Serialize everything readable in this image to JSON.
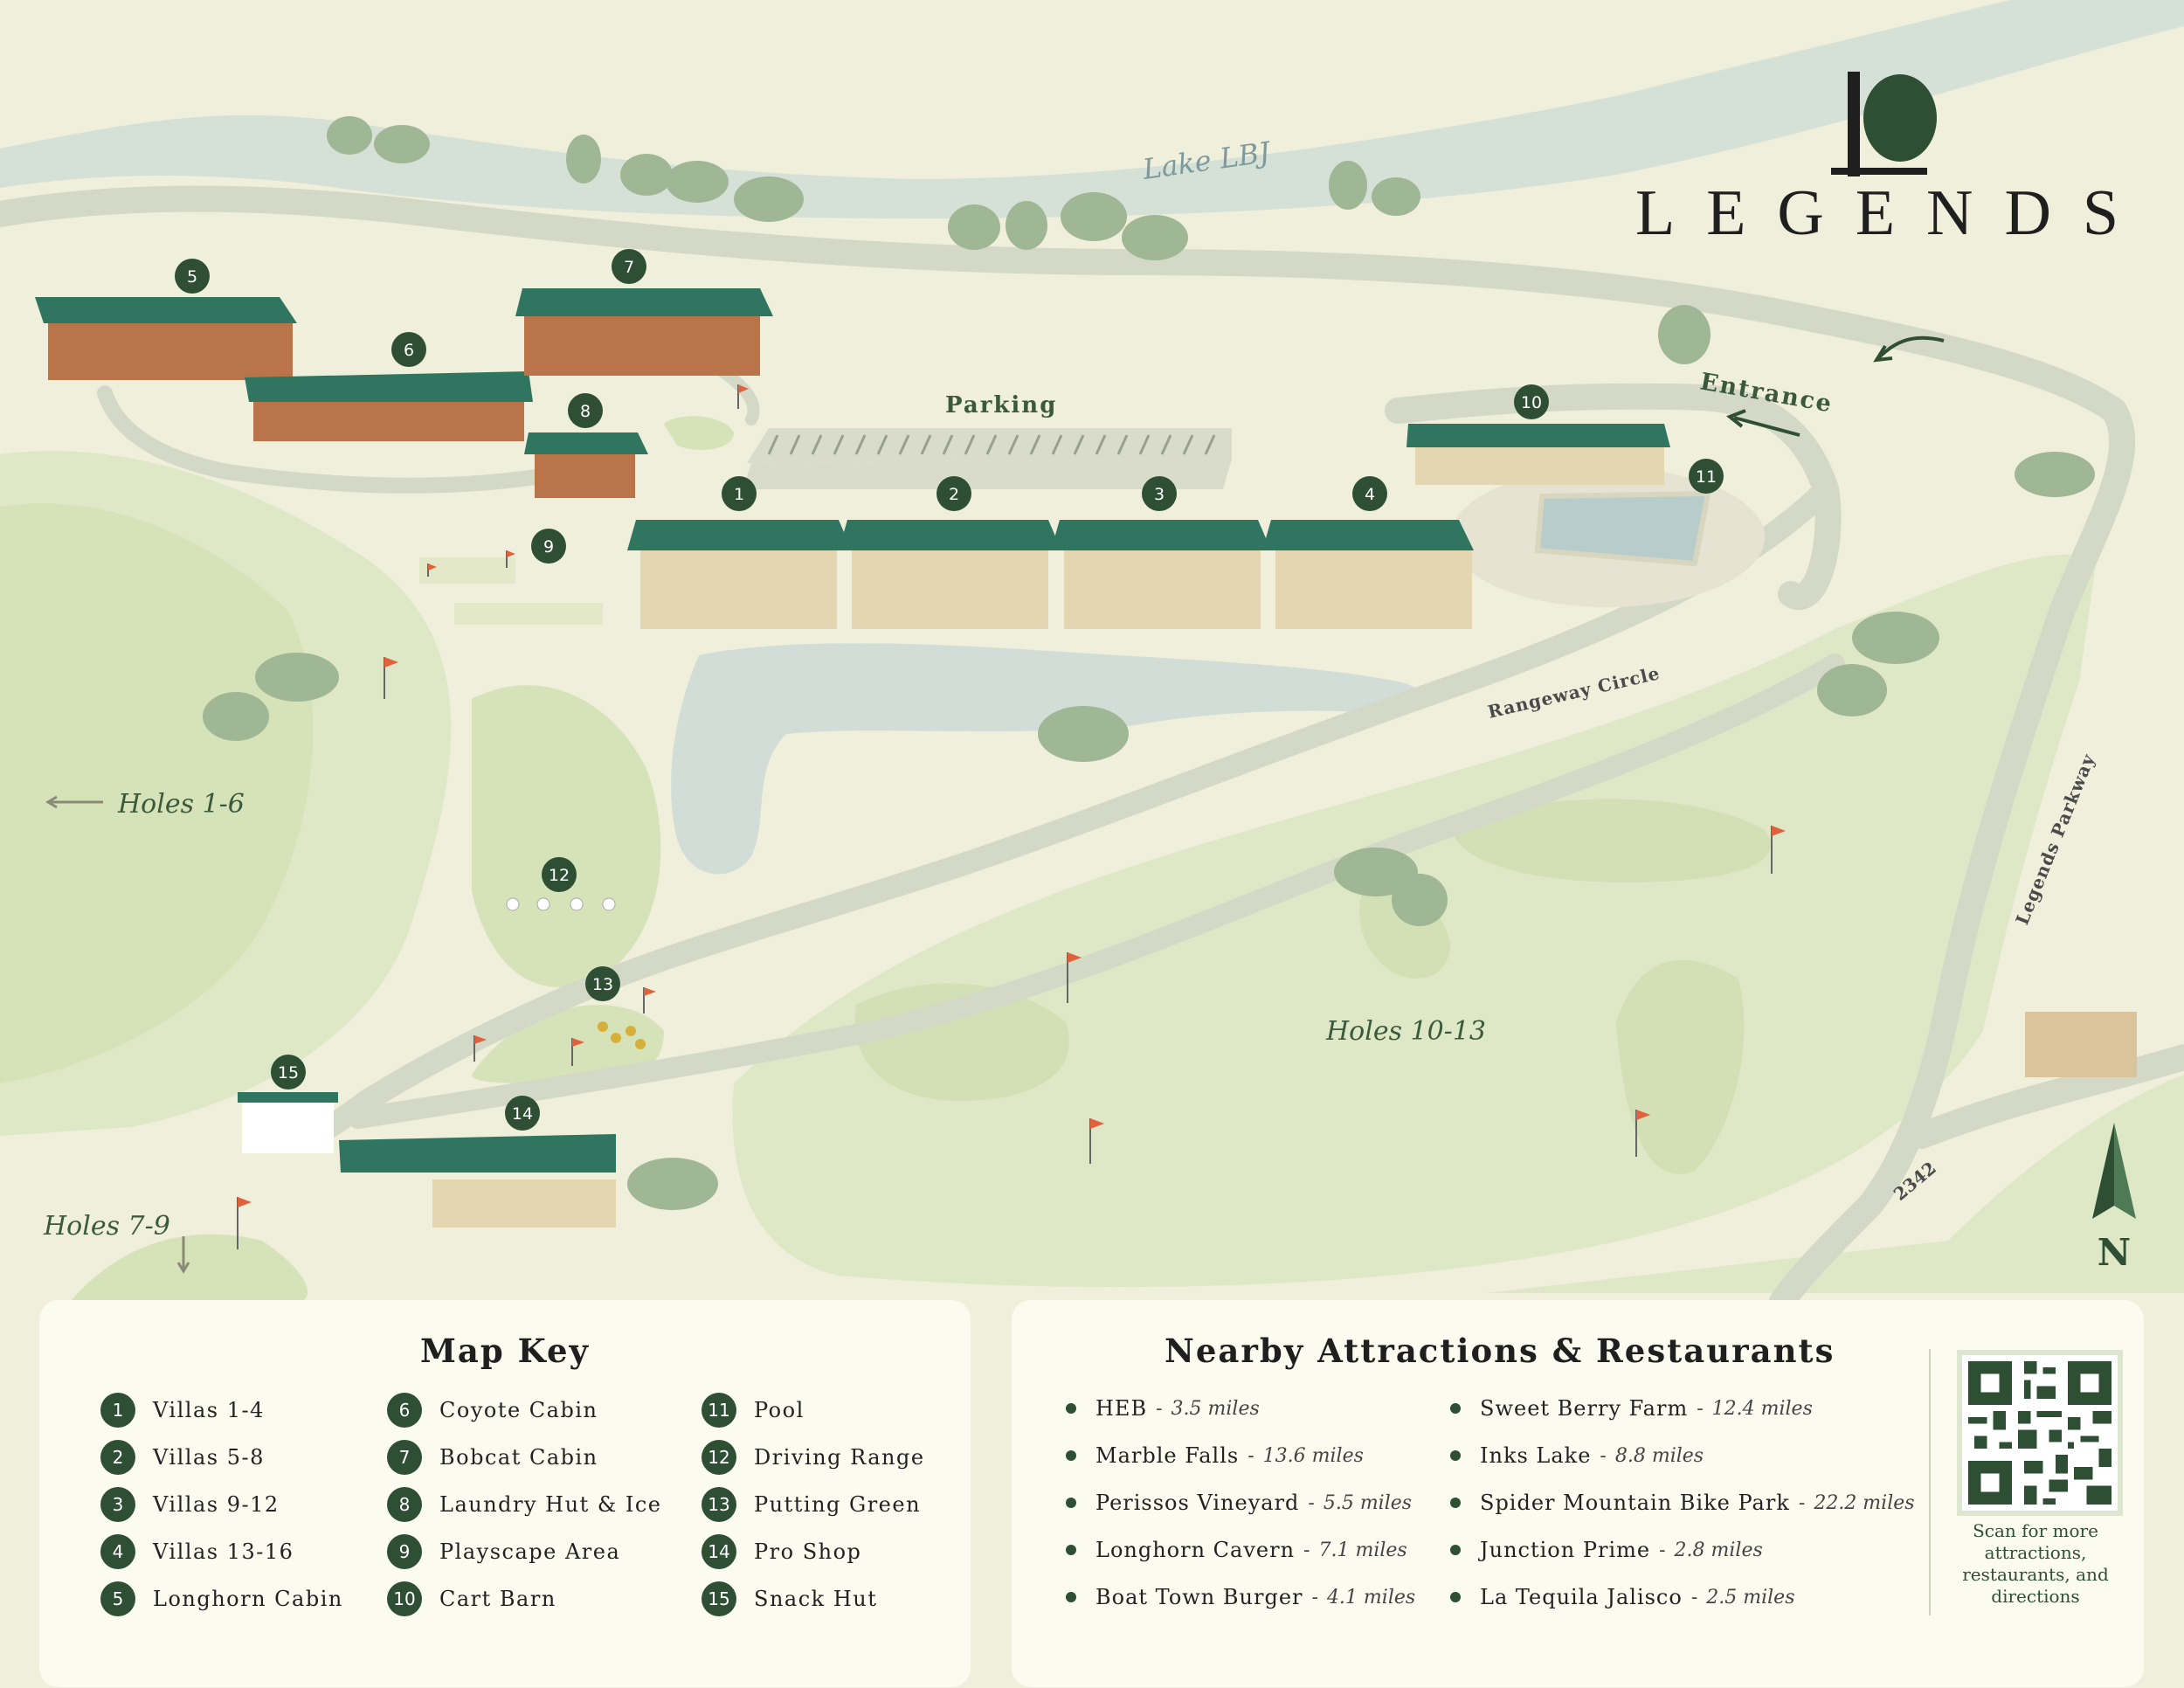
{
  "brand": {
    "name": "LEGENDS",
    "colors": {
      "primary": "#2f4f35",
      "accent": "#e0613c",
      "water": "#cfdcd6",
      "grass": "#dce7c3",
      "paper": "#efefdc"
    }
  },
  "map": {
    "labels": {
      "lake": "Lake LBJ",
      "parking": "Parking",
      "entrance": "Entrance",
      "rangeway": "Rangeway Circle",
      "parkway": "Legends Parkway",
      "road2342": "2342",
      "holes_1_6": "Holes 1-6",
      "holes_7_9": "Holes 7-9",
      "holes_10_13": "Holes 10-13",
      "north": "N"
    },
    "markers": [
      "1",
      "2",
      "3",
      "4",
      "5",
      "6",
      "7",
      "8",
      "9",
      "10",
      "11",
      "12",
      "13",
      "14",
      "15"
    ]
  },
  "map_key": {
    "title": "Map Key",
    "items": [
      {
        "num": "1",
        "label": "Villas 1-4"
      },
      {
        "num": "2",
        "label": "Villas 5-8"
      },
      {
        "num": "3",
        "label": "Villas 9-12"
      },
      {
        "num": "4",
        "label": "Villas 13-16"
      },
      {
        "num": "5",
        "label": "Longhorn Cabin"
      },
      {
        "num": "6",
        "label": "Coyote Cabin"
      },
      {
        "num": "7",
        "label": "Bobcat Cabin"
      },
      {
        "num": "8",
        "label": "Laundry Hut & Ice"
      },
      {
        "num": "9",
        "label": "Playscape Area"
      },
      {
        "num": "10",
        "label": "Cart Barn"
      },
      {
        "num": "11",
        "label": "Pool"
      },
      {
        "num": "12",
        "label": "Driving Range"
      },
      {
        "num": "13",
        "label": "Putting Green"
      },
      {
        "num": "14",
        "label": "Pro Shop"
      },
      {
        "num": "15",
        "label": "Snack Hut"
      }
    ]
  },
  "attractions": {
    "title": "Nearby Attractions & Restaurants",
    "items": [
      {
        "name": "HEB",
        "distance": "3.5 miles"
      },
      {
        "name": "Marble Falls",
        "distance": "13.6 miles"
      },
      {
        "name": "Perissos Vineyard",
        "distance": "5.5 miles"
      },
      {
        "name": "Longhorn Cavern",
        "distance": "7.1 miles"
      },
      {
        "name": "Boat Town Burger",
        "distance": "4.1 miles"
      },
      {
        "name": "Sweet Berry Farm",
        "distance": "12.4 miles"
      },
      {
        "name": "Inks Lake",
        "distance": "8.8 miles"
      },
      {
        "name": "Spider Mountain Bike Park",
        "distance": "22.2 miles"
      },
      {
        "name": "Junction Prime",
        "distance": "2.8 miles"
      },
      {
        "name": "La Tequila Jalisco",
        "distance": "2.5 miles"
      }
    ],
    "qr_caption": "Scan for more attractions, restaurants, and directions"
  }
}
